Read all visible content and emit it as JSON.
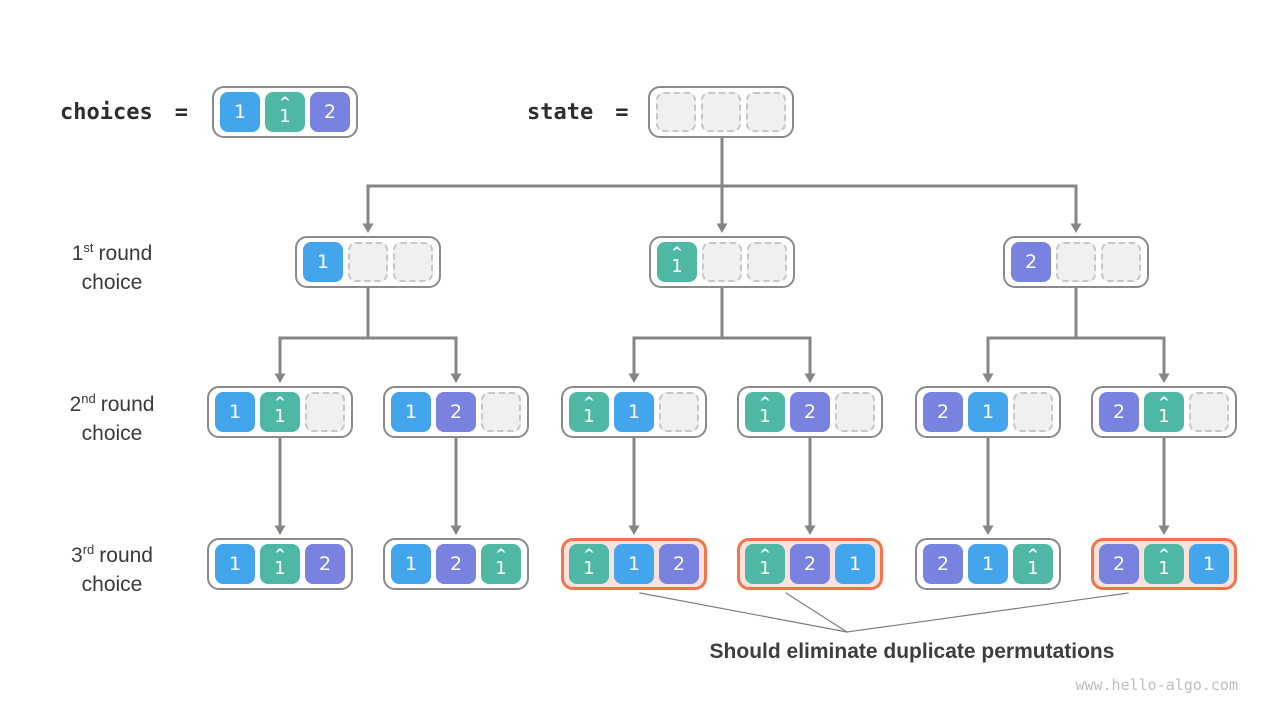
{
  "header": {
    "choices_label": "choices",
    "state_label": "state",
    "equals": "="
  },
  "cell_labels": {
    "one": "1",
    "two": "2",
    "one_hat_caret": "^",
    "one_hat_digit": "1"
  },
  "rows": [
    {
      "num": "1",
      "sup": "st",
      "rest": "round",
      "line2": "choice"
    },
    {
      "num": "2",
      "sup": "nd",
      "rest": "round",
      "line2": "choice"
    },
    {
      "num": "3",
      "sup": "rd",
      "rest": "round",
      "line2": "choice"
    }
  ],
  "annotation": "Should eliminate duplicate permutations",
  "watermark": "www.hello-algo.com",
  "palette": {
    "one": "#43a5ec",
    "teal": "#4eb8a5",
    "two": "#7a82e0",
    "border": "#8a8a8a",
    "orange": "#f3744b",
    "pink": "#fae2dc",
    "empty": "#f0f0f0",
    "empty_border": "#c6c6c6",
    "connector": "#858585",
    "thin_line": "#7d7d7d"
  },
  "tree": {
    "choices": [
      "1",
      "1hat",
      "2"
    ],
    "state": [
      "empty",
      "empty",
      "empty"
    ],
    "level1": [
      {
        "cells": [
          "1",
          "empty",
          "empty"
        ]
      },
      {
        "cells": [
          "1hat",
          "empty",
          "empty"
        ]
      },
      {
        "cells": [
          "2",
          "empty",
          "empty"
        ]
      }
    ],
    "level2": [
      {
        "cells": [
          "1",
          "1hat",
          "empty"
        ]
      },
      {
        "cells": [
          "1",
          "2",
          "empty"
        ]
      },
      {
        "cells": [
          "1hat",
          "1",
          "empty"
        ]
      },
      {
        "cells": [
          "1hat",
          "2",
          "empty"
        ]
      },
      {
        "cells": [
          "2",
          "1",
          "empty"
        ]
      },
      {
        "cells": [
          "2",
          "1hat",
          "empty"
        ]
      }
    ],
    "level3": [
      {
        "cells": [
          "1",
          "1hat",
          "2"
        ],
        "highlighted": false
      },
      {
        "cells": [
          "1",
          "2",
          "1hat"
        ],
        "highlighted": false
      },
      {
        "cells": [
          "1hat",
          "1",
          "2"
        ],
        "highlighted": true
      },
      {
        "cells": [
          "1hat",
          "2",
          "1"
        ],
        "highlighted": true
      },
      {
        "cells": [
          "2",
          "1",
          "1hat"
        ],
        "highlighted": false
      },
      {
        "cells": [
          "2",
          "1hat",
          "1"
        ],
        "highlighted": true
      }
    ]
  }
}
